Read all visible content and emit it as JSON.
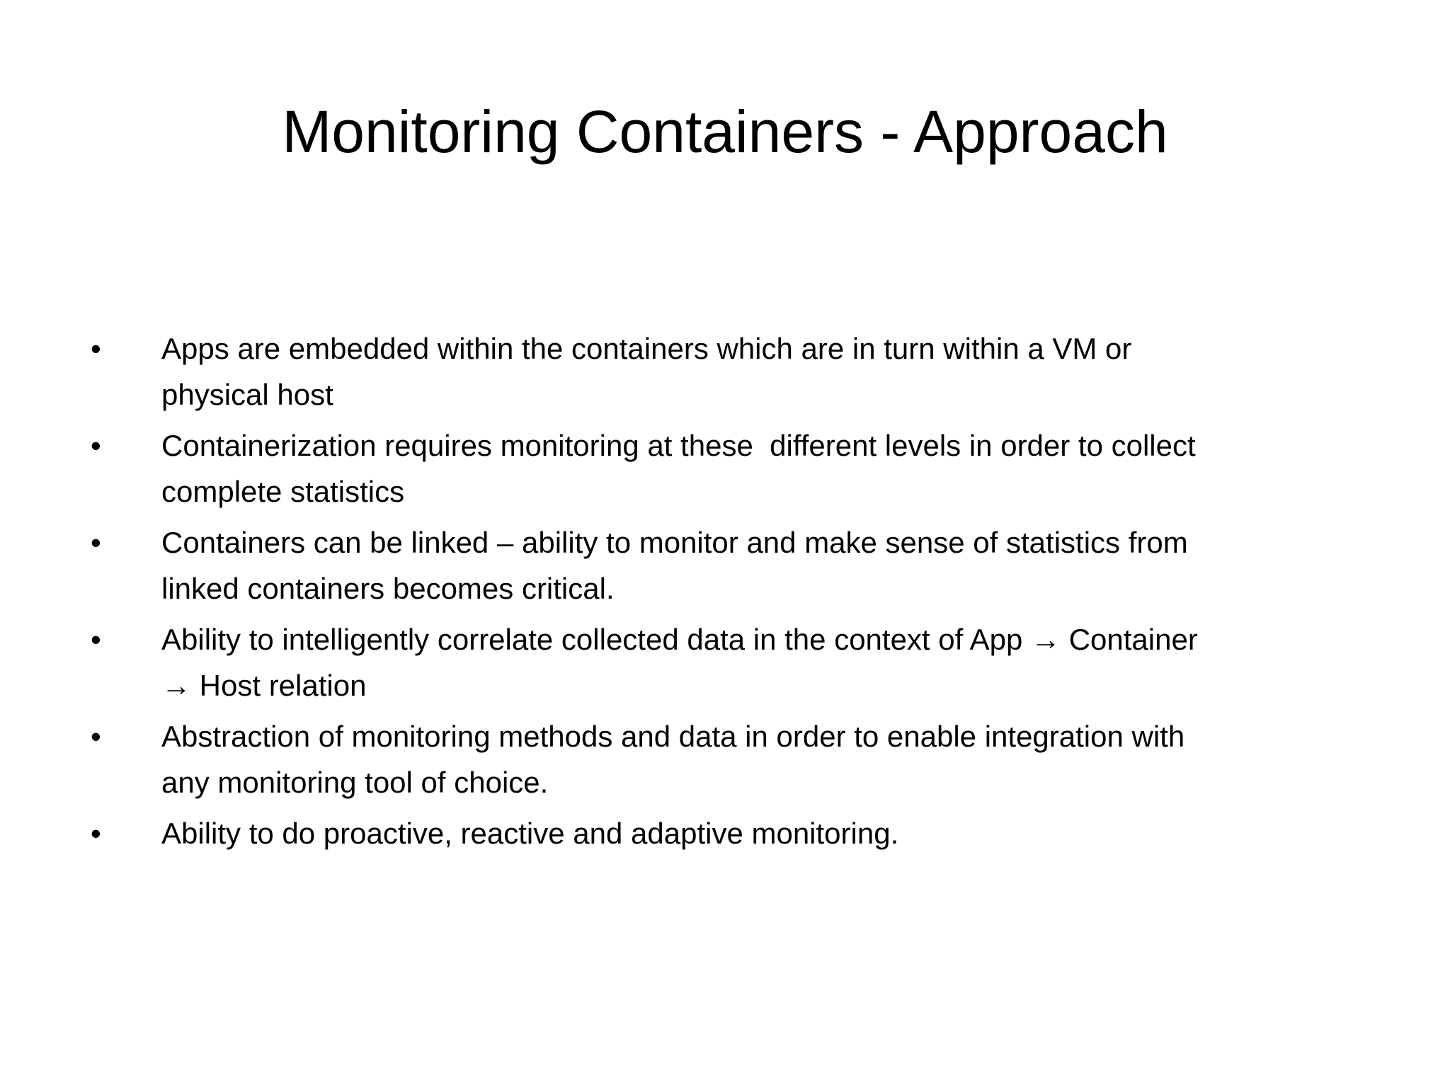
{
  "slide": {
    "title": "Monitoring Containers - Approach",
    "bullet_char": "•",
    "bullets": [
      {
        "lines": [
          "Apps are embedded within the containers which are in turn within a VM or",
          "physical host"
        ]
      },
      {
        "lines": [
          "Containerization requires monitoring at these  different levels in order to collect",
          "complete statistics"
        ]
      },
      {
        "lines": [
          "Containers can be linked – ability to monitor and make sense of statistics from",
          "linked containers becomes critical."
        ]
      },
      {
        "lines": [
          "Ability to intelligently correlate collected data in the context of App → Container",
          "→ Host relation"
        ]
      },
      {
        "lines": [
          "Abstraction of monitoring methods and data in order to enable integration with",
          "any monitoring tool of choice."
        ]
      },
      {
        "lines": [
          "Ability to do proactive, reactive and adaptive monitoring."
        ]
      }
    ],
    "colors": {
      "background": "#ffffff",
      "text": "#000000"
    }
  }
}
